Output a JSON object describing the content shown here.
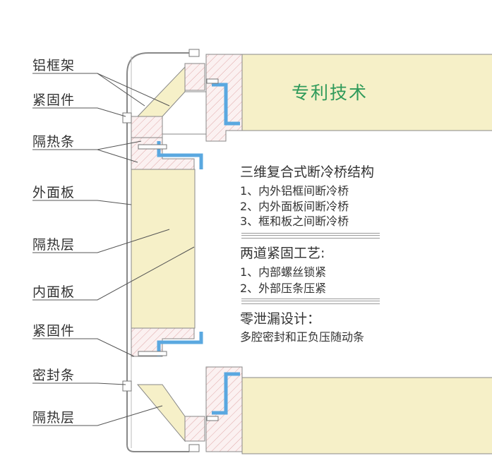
{
  "labels": [
    "铝框架",
    "紧固件",
    "隔热条",
    "外面板",
    "隔热层",
    "内面板",
    "紧固件",
    "密封条",
    "隔热层"
  ],
  "badge": "专利技术",
  "notes": {
    "section1": {
      "title": "三维复合式断冷桥结构",
      "items": [
        "1、内外铝框间断冷桥",
        "2、内外面板间断冷桥",
        "3、框和板之间断冷桥"
      ]
    },
    "section2": {
      "title": "两道紧固工艺:",
      "items": [
        "1、内部螺丝锁紧",
        "2、外部压条压紧"
      ]
    },
    "section3": {
      "title": "零泄漏设计：",
      "items": [
        "多腔密封和正负压随动条"
      ]
    }
  },
  "colors": {
    "insulation": "#f6f0c8",
    "seal": "#5aa8e0",
    "hatch": "#e8b8b8",
    "badge": "#2f9a5a"
  }
}
